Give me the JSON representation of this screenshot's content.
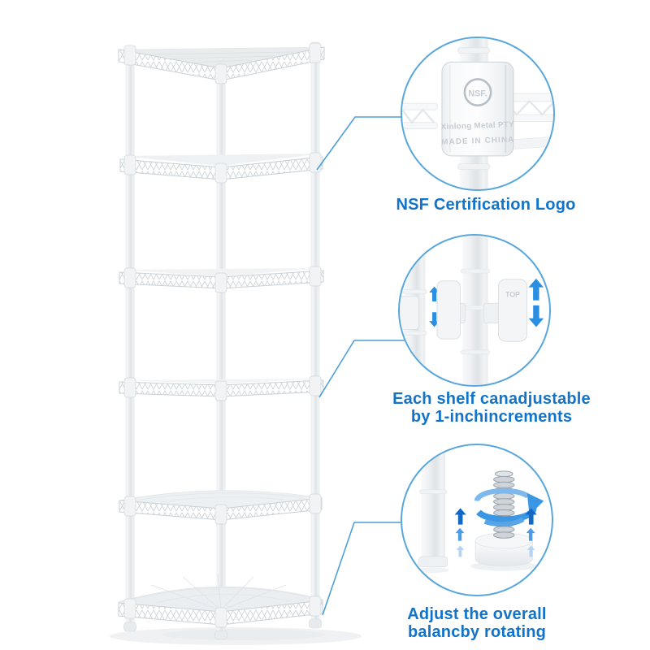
{
  "figure": {
    "background_color": "#ffffff",
    "shelf_levels": 6
  },
  "callouts": {
    "nsf": {
      "caption": "NSF Certification Logo",
      "logo_text": "NSF.",
      "engraving_line1": "Xinlong Metal PTY",
      "engraving_line2": "MADE IN CHINA"
    },
    "adjust": {
      "caption_line1": "Each shelf canadjustable",
      "caption_line2": "by 1-inchincrements",
      "clip_label": "TOP"
    },
    "balance": {
      "caption_line1": "Adjust the overall",
      "caption_line2": "balancby rotating"
    }
  },
  "colors": {
    "caption_text": "#1173c9",
    "callout_border": "#58a7dc",
    "leader_line": "#4d9fd8",
    "arrow_primary": "#2a8ee2",
    "arrow_dark": "#1268c3",
    "arrow_medium": "#4d9de6",
    "arrow_light": "#b5d4f2",
    "rotation_arrow": "#3b97e3"
  }
}
